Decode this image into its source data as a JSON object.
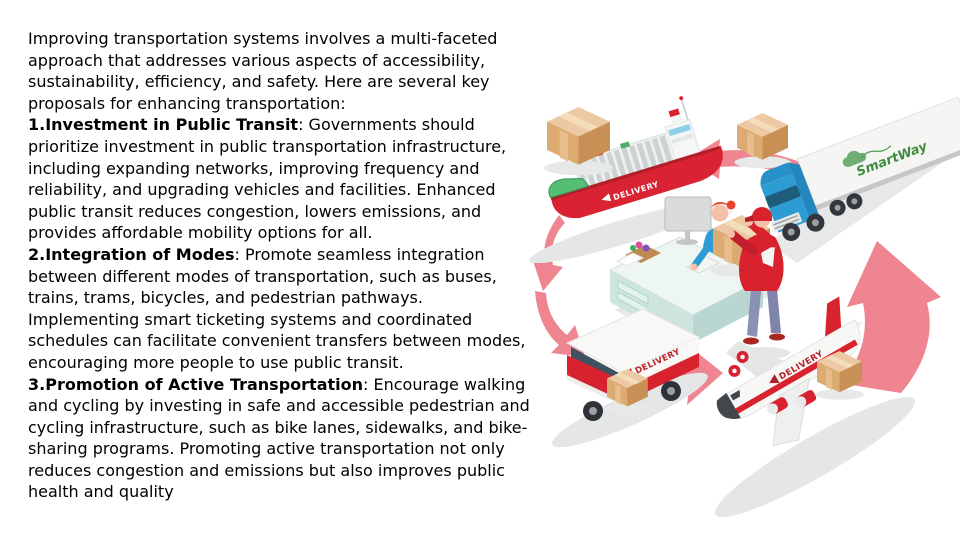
{
  "slide": {
    "background": "#ffffff",
    "text_color": "#000000",
    "intro": "Improving transportation systems involves a multi-faceted approach that addresses various aspects of accessibility, sustainability, efficiency, and safety. Here are several key proposals for enhancing transportation:",
    "items": [
      {
        "heading": "1.Investment in Public Transit",
        "body": ": Governments should prioritize investment in public transportation infrastructure, including expanding networks, improving frequency and reliability, and upgrading vehicles and facilities. Enhanced public transit reduces congestion, lowers emissions, and provides affordable mobility options for all."
      },
      {
        "heading": "2.Integration of Modes",
        "body": ": Promote seamless integration between different modes of transportation, such as buses, trains, trams, bicycles, and pedestrian pathways. Implementing smart ticketing systems and coordinated schedules can facilitate convenient transfers between modes, encouraging more people to use public transit."
      },
      {
        "heading": "3.Promotion of Active Transportation",
        "body": ": Encourage walking and cycling by investing in safe and accessible pedestrian and cycling infrastructure, such as bike lanes, sidewalks, and bike-sharing programs. Promoting active transportation not only reduces congestion and emissions but also improves public health and quality"
      }
    ]
  },
  "illustration": {
    "ship_label": "DELIVERY",
    "truck_label": "SmartWay",
    "van_label": "DELIVERY",
    "plane_label": "DELIVERY",
    "arrow_color": "#ee8591",
    "palette": {
      "red": "#d8232f",
      "dark_red": "#b01e28",
      "truck_blue": "#2e9cd4",
      "box_tan": "#dcab72",
      "desk_mint": "#cde4df",
      "deck_green": "#56bd74",
      "smartway_green": "#3e8d3e",
      "pants_grey": "#8b91b5"
    }
  }
}
